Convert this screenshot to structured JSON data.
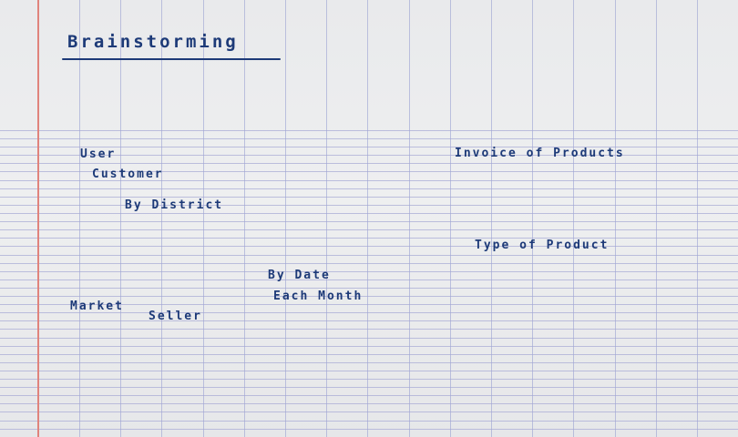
{
  "title": "Brainstorming",
  "notes": {
    "user": "User",
    "customer": "Customer",
    "by_district": "By District",
    "invoice_of_products": "Invoice of Products",
    "type_of_product": "Type of Product",
    "by_date": "By Date",
    "each_month": "Each Month",
    "market": "Market",
    "seller": "Seller"
  },
  "colors": {
    "ink": "#1d3a78",
    "ruling": "#a9acd6",
    "margin": "#e0837c",
    "paper": "#ecedee"
  }
}
